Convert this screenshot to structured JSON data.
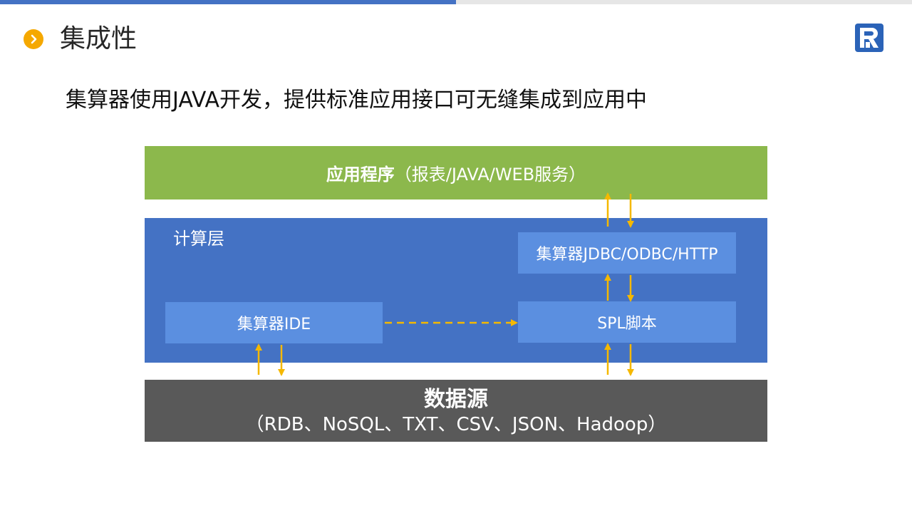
{
  "header": {
    "title": "集成性",
    "bullet_icon": "chevron-right-icon",
    "logo_icon": "r-logo-icon"
  },
  "subtitle": "集算器使用JAVA开发，提供标准应用接口可无缝集成到应用中",
  "diagram": {
    "app_layer": {
      "bold_text": "应用程序",
      "normal_text": "（报表/JAVA/WEB服务）"
    },
    "compute_layer": {
      "label": "计算层",
      "jdbc_box": "集算器JDBC/ODBC/HTTP",
      "spl_box": "SPL脚本",
      "ide_box": "集算器IDE"
    },
    "data_layer": {
      "title": "数据源",
      "subtitle": "（RDB、NoSQL、TXT、CSV、JSON、Hadoop）"
    }
  },
  "colors": {
    "accent_blue": "#4472c4",
    "green": "#8cb84c",
    "inner_blue": "#5b8fe0",
    "dark_gray": "#595959",
    "arrow_yellow": "#f5b800",
    "bullet_orange": "#f5a800"
  }
}
